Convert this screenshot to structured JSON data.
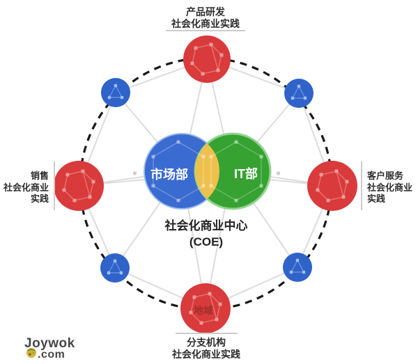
{
  "colors": {
    "satellite_red": "#d93a3c",
    "satellite_blue": "#2f63c9",
    "venn_blue": "#3a6bd0",
    "venn_green": "#36a231",
    "venn_overlap_yellow": "#eec04e",
    "connector_gray": "#dcdcdc",
    "ring_black": "#181818",
    "label_dark": "#2e2e2e",
    "region_label_red": "#a12f2d",
    "logo_gray": "#474747"
  },
  "hub": {
    "marketing_label": "市场部",
    "it_label": "IT部",
    "caption_line1": "社会化商业中心",
    "caption_line2": "(COE)"
  },
  "satellites": {
    "top": {
      "label_line1": "产品研发",
      "label_line2": "社会化商业实践"
    },
    "left": {
      "label_line1": "销售",
      "label_line2": "社会化商业",
      "label_line3": "实践"
    },
    "right": {
      "label_line1": "客户服务",
      "label_line2": "社会化商业",
      "label_line3": "实践"
    },
    "bottom": {
      "circle_label": "地域",
      "label_line1": "分支机构",
      "label_line2": "社会化商业实践"
    }
  },
  "logo": {
    "name": "Joywok",
    "suffix": ".com"
  }
}
